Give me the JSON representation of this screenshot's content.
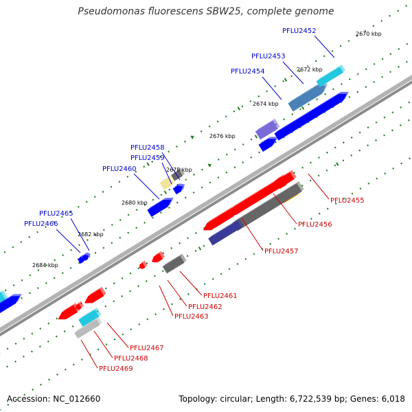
{
  "title": "Pseudomonas fluorescens SBW25, complete genome",
  "footer": {
    "accession": "Accession: NC_012660",
    "summary": "Topology: circular; Length: 6,722,539 bp; Genes: 6,018"
  },
  "colors": {
    "backbone": "#808080",
    "tick": "#1f7a1f",
    "forward_label": "#0000cc",
    "reverse_label": "#cc0000",
    "blue": "#0000ff",
    "red": "#ff0000",
    "gray": "#666666",
    "navy": "#3a3a99",
    "steel": "#4a82b8",
    "cyan": "#22c8e0",
    "purple": "#7a6ad8",
    "orange": "#ff9900",
    "yellow": "#f2e39a",
    "olive": "#6b8e23",
    "lightgray": "#bbbbbb"
  },
  "kbp_labels": [
    "2670 kbp",
    "2672 kbp",
    "2674 kbp",
    "2676 kbp",
    "2678 kbp",
    "2680 kbp",
    "2682 kbp",
    "2684 kbp"
  ],
  "forward_genes": [
    "PFLU2452",
    "PFLU2453",
    "PFLU2454",
    "PFLU2458",
    "PFLU2459",
    "PFLU2460",
    "PFLU2465",
    "PFLU2466"
  ],
  "reverse_genes": [
    "PFLU2455",
    "PFLU2456",
    "PFLU2457",
    "PFLU2461",
    "PFLU2462",
    "PFLU2463",
    "PFLU2467",
    "PFLU2468",
    "PFLU2469"
  ]
}
